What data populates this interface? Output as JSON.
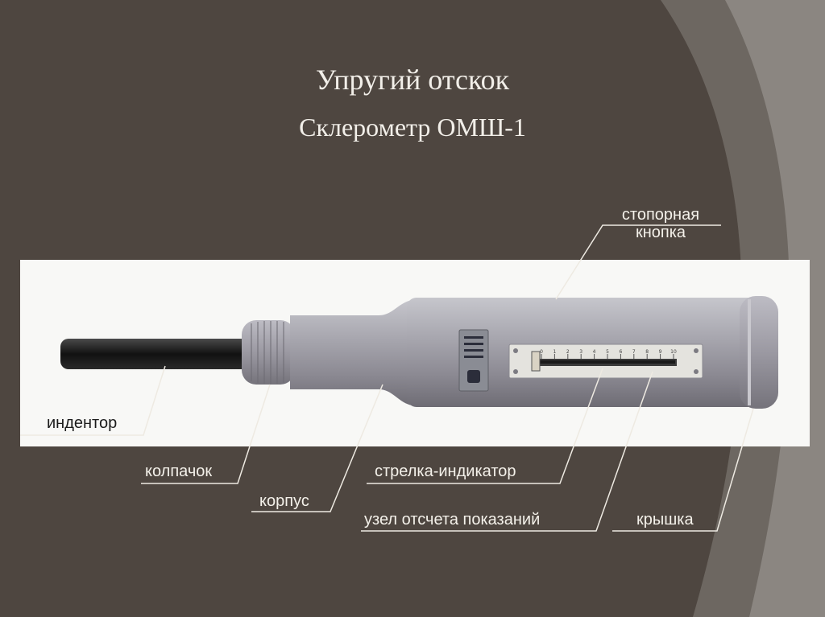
{
  "title": "Упругий отскок",
  "subtitle": "Склерометр ОМШ-1",
  "labels": {
    "stop_button_line1": "стопорная",
    "stop_button_line2": "кнопка",
    "indenter": "индентор",
    "cap": "колпачок",
    "body": "корпус",
    "arrow_indicator": "стрелка-индикатор",
    "readout_unit": "узел отсчета показаний",
    "lid": "крышка"
  },
  "scale": {
    "ticks": [
      "0",
      "1",
      "2",
      "3",
      "4",
      "5",
      "6",
      "7",
      "8",
      "9",
      "10"
    ]
  },
  "colors": {
    "background": "#514a44",
    "background_light": "#8a847e",
    "label_text": "#f4f1ea",
    "device_metal": "#9c9aa2",
    "indenter": "#1a1a1a"
  }
}
